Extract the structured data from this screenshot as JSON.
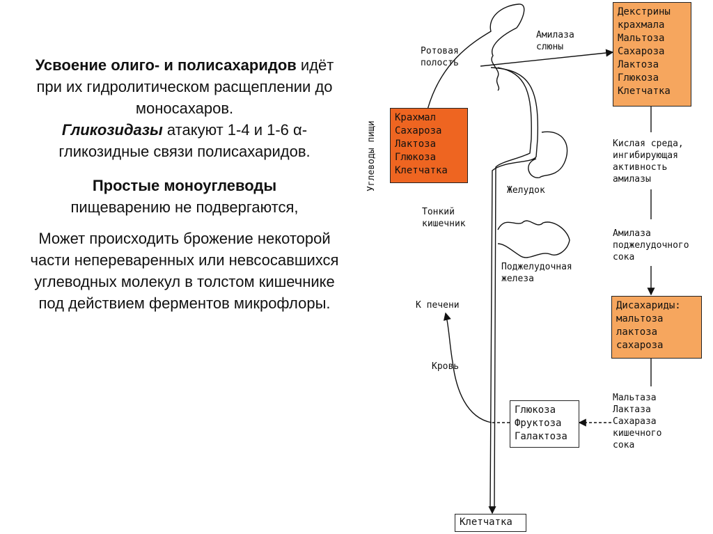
{
  "left_text": {
    "p1_bold": "Усвоение олиго- и полисахаридов",
    "p1_rest": " идёт при их гидролитическом расщеплении до моносахаров.",
    "p2_italic": "Гликозидазы",
    "p2_rest": " атакуют 1-4 и 1-6 α-гликозидные связи полисахаридов.",
    "p3_bold": "Простые моноуглеводы",
    "p3_rest": "пищеварению не подвергаются,",
    "p4": "Может  происходить брожение некоторой части непереваренных или невсосавшихся углеводных молекул в толстом кишечнике под действием ферментов микрофлоры."
  },
  "diagram": {
    "vertical_label": "Углеводы пищи",
    "food_box": [
      "Крахмал",
      "Сахароза",
      "Лактоза",
      "Глюкоза",
      "Клетчатка"
    ],
    "top_box": [
      "Декстрины",
      "крахмала",
      "Мальтоза",
      "Сахароза",
      "Лактоза",
      "Глюкоза",
      "Клетчатка"
    ],
    "disaccharide_box": [
      "Дисахариды:",
      "мальтоза",
      "лактоза",
      "сахароза"
    ],
    "mono_box": [
      "Глюкоза",
      "Фруктоза",
      "Галактоза"
    ],
    "bottom_box": "Клетчатка",
    "labels": {
      "mouth": [
        "Ротовая",
        "полость"
      ],
      "saliva_amylase": [
        "Амилаза",
        "слюны"
      ],
      "stomach": "Желудок",
      "small_intestine": [
        "Тонкий",
        "кишечник"
      ],
      "pancreas": [
        "Поджелудочная",
        "железа"
      ],
      "to_liver": "К печени",
      "blood": "Кровь",
      "acid_env": [
        "Кислая среда,",
        "ингибирующая",
        "активность",
        "амилазы"
      ],
      "pancreatic_amylase": [
        "Амилаза",
        "поджелудочного",
        "сока"
      ],
      "intestinal_enzymes": [
        "Мальтаза",
        "Лактаза",
        "Сахараза",
        "кишечного",
        "сока"
      ]
    }
  },
  "colors": {
    "orange_light": "#f6a65e",
    "orange_dark": "#ee6521"
  }
}
